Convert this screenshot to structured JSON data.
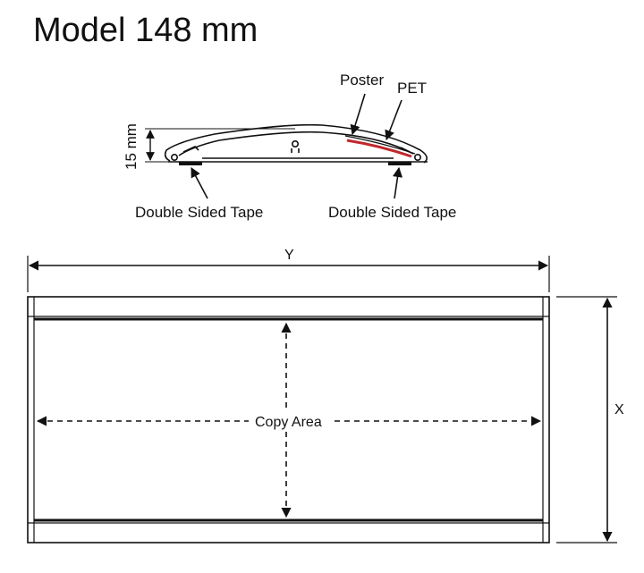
{
  "title": "Model 148 mm",
  "profile": {
    "height_label": "15 mm",
    "poster_label": "Poster",
    "pet_label": "PET",
    "tape_left_label": "Double Sided Tape",
    "tape_right_label": "Double Sided Tape"
  },
  "frame": {
    "width_label": "Y",
    "height_label": "X",
    "copy_area_label": "Copy Area"
  },
  "colors": {
    "line": "#111111",
    "poster": "#c0282d"
  }
}
